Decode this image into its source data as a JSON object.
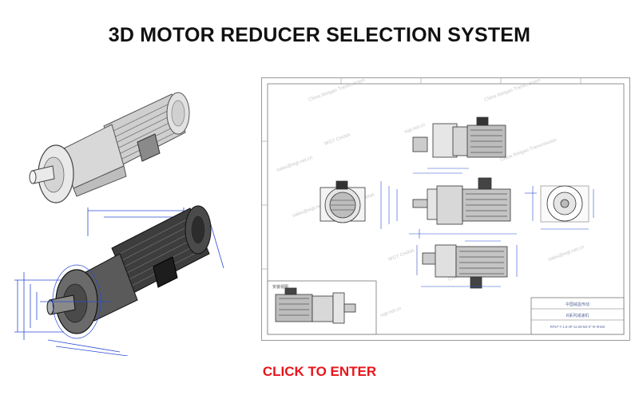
{
  "page": {
    "title": "3D MOTOR REDUCER SELECTION SYSTEM",
    "cta_label": "CLICK TO ENTER"
  },
  "drawing": {
    "inset_label": "安装视图",
    "title_block": {
      "line1": "中国威盈传动",
      "line2": "R系列减速机",
      "model": "RF57-Y-1.5-4P-11.93-M4-0°-Φ-Φ160"
    },
    "watermarks": [
      "China Weigao Transmission",
      "WGT CHINA",
      "sales@wgt.net.cn",
      "wgt.net.cn"
    ]
  },
  "colors": {
    "title": "#111111",
    "cta": "#e8151b",
    "dimension_blue": "#2b4bd6",
    "drawing_border": "#9a9a9a",
    "title_block_text": "#5a6a9a"
  },
  "icons": {
    "top_render": "gear-motor-3d-icon",
    "bottom_render": "gear-motor-dimensioned-icon"
  }
}
